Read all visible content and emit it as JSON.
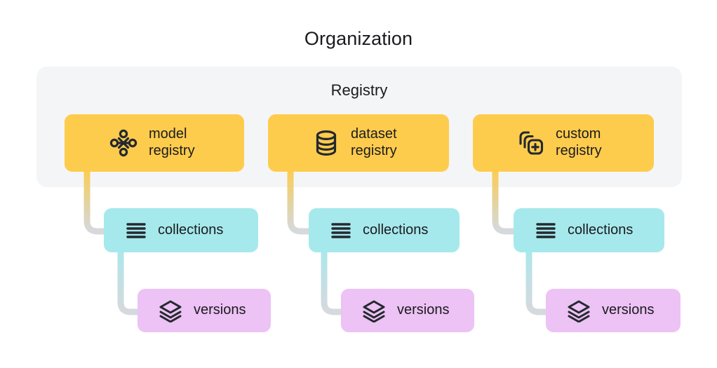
{
  "title": "Organization",
  "panel": {
    "title": "Registry",
    "background_color": "#f4f5f7"
  },
  "colors": {
    "registry_card": "#FECC4D",
    "collections_card": "#A6E9EC",
    "versions_card": "#EDC2F5",
    "panel": "#f4f5f7",
    "text": "#1b1b1f",
    "icon": "#24292f",
    "connector_gray": "#d6d9dd",
    "page_background": "#ffffff"
  },
  "columns": [
    {
      "registry": {
        "label": "model\nregistry",
        "icon": "model-graph-icon"
      },
      "collections": {
        "label": "collections",
        "icon": "list-lines-icon"
      },
      "versions": {
        "label": "versions",
        "icon": "layers-stack-icon"
      }
    },
    {
      "registry": {
        "label": "dataset\nregistry",
        "icon": "database-cylinder-icon"
      },
      "collections": {
        "label": "collections",
        "icon": "list-lines-icon"
      },
      "versions": {
        "label": "versions",
        "icon": "layers-stack-icon"
      }
    },
    {
      "registry": {
        "label": "custom\nregistry",
        "icon": "stacked-squares-plus-icon"
      },
      "collections": {
        "label": "collections",
        "icon": "list-lines-icon"
      },
      "versions": {
        "label": "versions",
        "icon": "layers-stack-icon"
      }
    }
  ]
}
